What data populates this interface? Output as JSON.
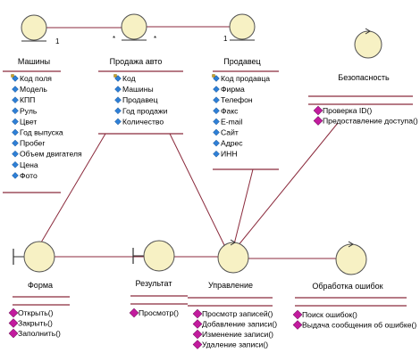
{
  "colors": {
    "entity_fill": "#f7f1c4",
    "entity_stroke": "#505050",
    "line": "#8b2a3c",
    "attr_icon": "#2e7fd6",
    "attr_icon_lock": "#c9a227",
    "op_icon": "#c21b9e",
    "text": "#000000"
  },
  "classes": [
    {
      "id": "cars",
      "kind": "entity",
      "name": "Машины",
      "attributes": [
        "Код поля",
        "Модель",
        "КПП",
        "Руль",
        "Цвет",
        "Год выпуска",
        "Пробег",
        "Объем двигателя",
        "Цена",
        "Фото"
      ],
      "operations": []
    },
    {
      "id": "sales",
      "kind": "entity",
      "name": "Продажа авто",
      "attributes": [
        "Код",
        "Машины",
        "Продавец",
        "Год продажи",
        "Количество"
      ],
      "operations": []
    },
    {
      "id": "seller",
      "kind": "entity",
      "name": "Продавец",
      "attributes": [
        "Код продавца",
        "Фирма",
        "Телефон",
        "Факс",
        "E-mail",
        "Сайт",
        "Адрес",
        "ИНН"
      ],
      "operations": []
    },
    {
      "id": "security",
      "kind": "control",
      "name": "Безопасность",
      "attributes": [],
      "operations": [
        "Проверка ID()",
        "Предоставление доступа()"
      ]
    },
    {
      "id": "form",
      "kind": "boundary",
      "name": "Форма",
      "attributes": [],
      "operations": [
        "Открыть()",
        "Закрыть()",
        "Заполнить()"
      ]
    },
    {
      "id": "result",
      "kind": "boundary",
      "name": "Результат",
      "attributes": [],
      "operations": [
        "Просмотр()"
      ]
    },
    {
      "id": "control",
      "kind": "control",
      "name": "Управление",
      "attributes": [],
      "operations": [
        "Просмотр записей()",
        "Добавление записи()",
        "Изменение записи()",
        "Удаление записи()"
      ]
    },
    {
      "id": "errors",
      "kind": "control",
      "name": "Обработка ошибок",
      "attributes": [],
      "operations": [
        "Поиск ошибок()",
        "Выдача сообщения об ошибке()"
      ]
    }
  ],
  "associations": [
    {
      "id": "cars-sales",
      "from": "cars",
      "to": "sales",
      "from_mult": "1",
      "to_mult": "*"
    },
    {
      "id": "sales-seller",
      "from": "sales",
      "to": "seller",
      "from_mult": "*",
      "to_mult": "1"
    },
    {
      "id": "sales-form",
      "from": "sales",
      "to": "form"
    },
    {
      "id": "sales-control",
      "from": "sales",
      "to": "control"
    },
    {
      "id": "seller-control",
      "from": "seller",
      "to": "control"
    },
    {
      "id": "security-control",
      "from": "security",
      "to": "control"
    },
    {
      "id": "form-result",
      "from": "form",
      "to": "result"
    },
    {
      "id": "result-control",
      "from": "result",
      "to": "control"
    },
    {
      "id": "control-errors",
      "from": "control",
      "to": "errors"
    }
  ]
}
